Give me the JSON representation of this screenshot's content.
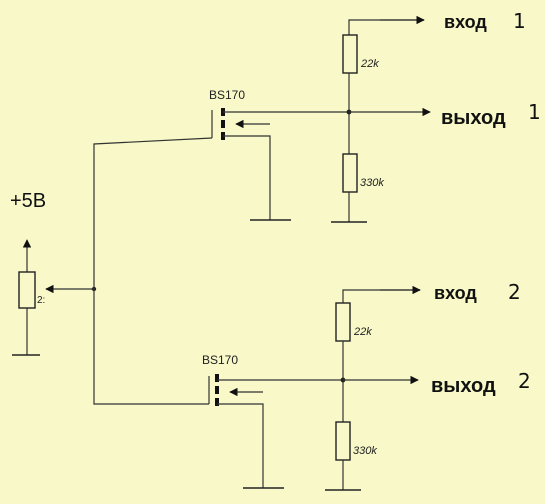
{
  "supply": {
    "label": "+5B",
    "pot_label": "2:"
  },
  "channels": [
    {
      "input_label": "вход",
      "input_num": "1",
      "output_label": "выход",
      "output_num": "1",
      "transistor": "BS170",
      "r_top": "22k",
      "r_bottom": "330k"
    },
    {
      "input_label": "вход",
      "input_num": "2",
      "output_label": "выход",
      "output_num": "2",
      "transistor": "BS170",
      "r_top": "22k",
      "r_bottom": "330k"
    }
  ],
  "colors": {
    "background": "#f8f8c8",
    "wire": "#333333",
    "ink": "#111111"
  }
}
